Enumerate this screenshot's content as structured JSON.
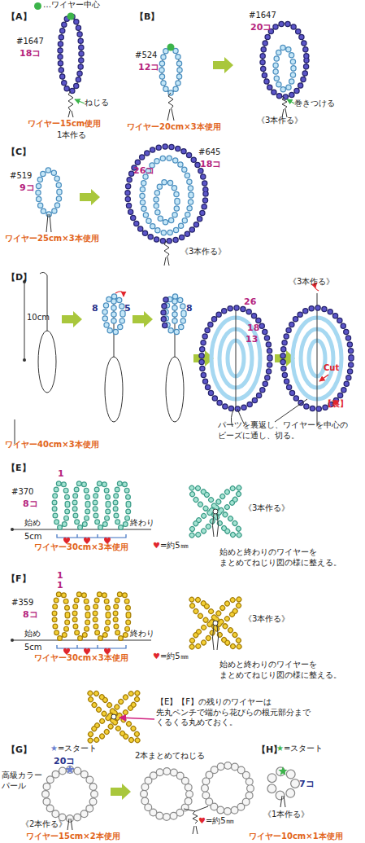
{
  "diagram": {
    "labels": [
      "【A】",
      "#1647",
      "18コ",
      "ねじる",
      "ワイヤー15cm使用",
      "1本作る",
      "【B】",
      "#524",
      "12コ",
      "ワイヤー20cm×3本使用",
      "#1647",
      "20コ",
      "巻きつける",
      "《3本作る》",
      "【C】",
      "#519",
      "9コ",
      "ワイヤー25cm×3本使用",
      "#645",
      "18コ",
      "26コ",
      "《3本作る》",
      "【D】",
      "10cm",
      "8",
      "5",
      "8",
      "26",
      "18",
      "13",
      "《3本作る》",
      "Cut",
      "【裏】",
      "パーツを裏返し、ワイヤーを中心の ビーズに通し、切る。",
      "ワイヤー40cm×3本使用",
      "【E】",
      "1",
      "#370",
      "8コ",
      "始め",
      "終わり",
      "5cm",
      "ワイヤー30cm×3本使用",
      "♥=約5㎜",
      "《3本作る》",
      "始めと終わりのワイヤーを まとめてねじり図の様に整える。",
      "【F】",
      "1",
      "1",
      "#359",
      "8コ",
      "始め",
      "終わり",
      "5cm",
      "ワイヤー30cm×3本使用",
      "♥=約5㎜",
      "《3本作る》",
      "始めと終わりのワイヤーを まとめてねじり図の様に整える。",
      "【E】【F】の残りのワイヤーは 先丸ペンチで端から花びらの根元部分まで くるくる丸めておく。",
      "【G】",
      "★=スタート",
      "20コ",
      "高級カラー パール",
      "《2本作る》",
      "ワイヤー15cm×2本使用",
      "2本まとめてねじる",
      "♥=約5㎜",
      "【H】",
      "★=スタート",
      "7コ",
      "《1本作る》",
      "ワイヤー10cm×1本使用"
    ],
    "legend": [
      {
        "text": "…ワイヤー中心",
        "color": "#3cb44a"
      }
    ]
  }
}
